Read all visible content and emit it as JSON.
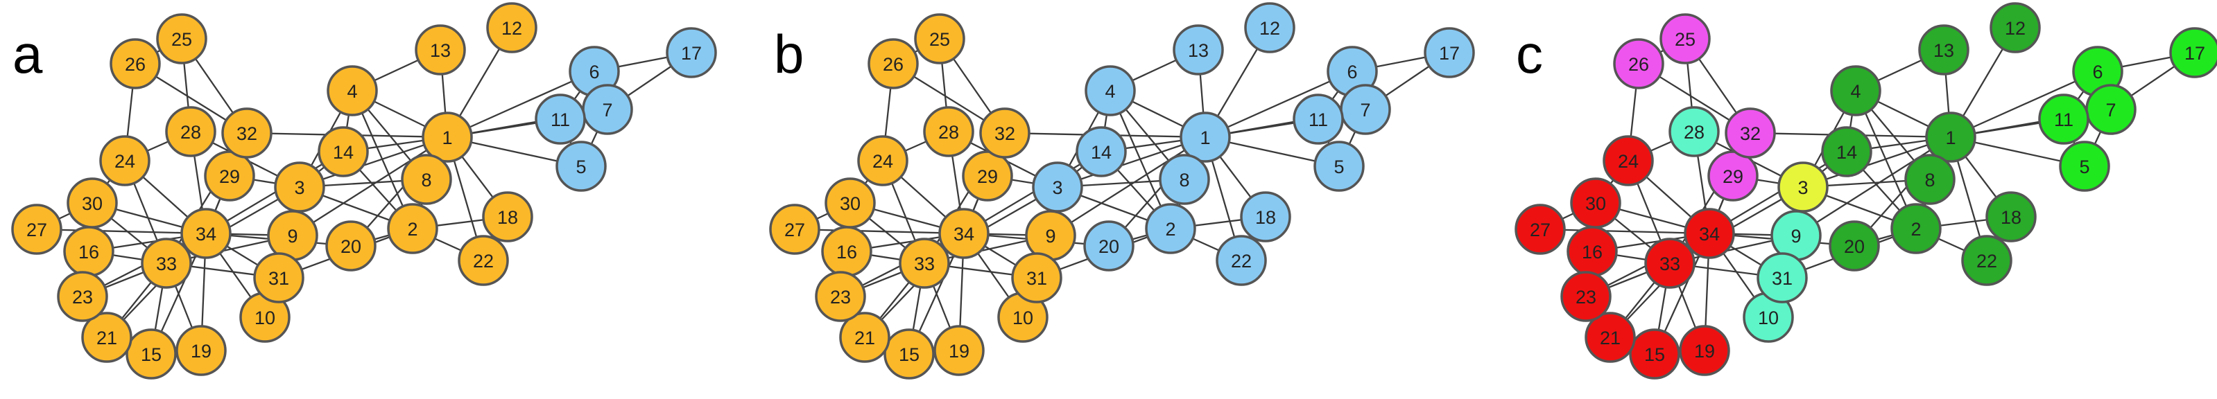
{
  "figure": {
    "panels": [
      {
        "letter": "a",
        "node_colors": {
          "default": "#FBB829",
          "1": "#FBB829",
          "2": "#FBB829",
          "3": "#FBB829",
          "4": "#FBB829",
          "5": "#88C9F2",
          "6": "#88C9F2",
          "7": "#88C9F2",
          "8": "#FBB829",
          "9": "#FBB829",
          "10": "#FBB829",
          "11": "#88C9F2",
          "12": "#FBB829",
          "13": "#FBB829",
          "14": "#FBB829",
          "15": "#FBB829",
          "16": "#FBB829",
          "17": "#88C9F2",
          "18": "#FBB829",
          "19": "#FBB829",
          "20": "#FBB829",
          "21": "#FBB829",
          "22": "#FBB829",
          "23": "#FBB829",
          "24": "#FBB829",
          "25": "#FBB829",
          "26": "#FBB829",
          "27": "#FBB829",
          "28": "#FBB829",
          "29": "#FBB829",
          "30": "#FBB829",
          "31": "#FBB829",
          "32": "#FBB829",
          "33": "#FBB829",
          "34": "#FBB829"
        }
      },
      {
        "letter": "b",
        "node_colors": {
          "1": "#88C9F2",
          "2": "#88C9F2",
          "3": "#88C9F2",
          "4": "#88C9F2",
          "5": "#88C9F2",
          "6": "#88C9F2",
          "7": "#88C9F2",
          "8": "#88C9F2",
          "9": "#FBB829",
          "10": "#FBB829",
          "11": "#88C9F2",
          "12": "#88C9F2",
          "13": "#88C9F2",
          "14": "#88C9F2",
          "15": "#FBB829",
          "16": "#FBB829",
          "17": "#88C9F2",
          "18": "#88C9F2",
          "19": "#FBB829",
          "20": "#88C9F2",
          "21": "#FBB829",
          "22": "#88C9F2",
          "23": "#FBB829",
          "24": "#FBB829",
          "25": "#FBB829",
          "26": "#FBB829",
          "27": "#FBB829",
          "28": "#FBB829",
          "29": "#FBB829",
          "30": "#FBB829",
          "31": "#FBB829",
          "32": "#FBB829",
          "33": "#FBB829",
          "34": "#FBB829"
        }
      },
      {
        "letter": "c",
        "node_colors": {
          "1": "#2AAB2A",
          "2": "#2AAB2A",
          "3": "#E6F53A",
          "4": "#2AAB2A",
          "5": "#1FE81F",
          "6": "#1FE81F",
          "7": "#1FE81F",
          "8": "#2AAB2A",
          "9": "#5EF5C8",
          "10": "#5EF5C8",
          "11": "#1FE81F",
          "12": "#2AAB2A",
          "13": "#2AAB2A",
          "14": "#2AAB2A",
          "15": "#EE1111",
          "16": "#EE1111",
          "17": "#1FE81F",
          "18": "#2AAB2A",
          "19": "#EE1111",
          "20": "#2AAB2A",
          "21": "#EE1111",
          "22": "#2AAB2A",
          "23": "#EE1111",
          "24": "#EE1111",
          "25": "#EE55EE",
          "26": "#EE55EE",
          "27": "#EE1111",
          "28": "#5EF5C8",
          "29": "#EE55EE",
          "30": "#EE1111",
          "31": "#5EF5C8",
          "32": "#EE55EE",
          "33": "#EE1111",
          "34": "#EE1111"
        }
      }
    ],
    "nodes": [
      "1",
      "2",
      "3",
      "4",
      "5",
      "6",
      "7",
      "8",
      "9",
      "10",
      "11",
      "12",
      "13",
      "14",
      "15",
      "16",
      "17",
      "18",
      "19",
      "20",
      "21",
      "22",
      "23",
      "24",
      "25",
      "26",
      "27",
      "28",
      "29",
      "30",
      "31",
      "32",
      "33",
      "34"
    ],
    "edges": [
      [
        "1",
        "2"
      ],
      [
        "1",
        "3"
      ],
      [
        "1",
        "4"
      ],
      [
        "1",
        "5"
      ],
      [
        "1",
        "6"
      ],
      [
        "1",
        "7"
      ],
      [
        "1",
        "8"
      ],
      [
        "1",
        "9"
      ],
      [
        "1",
        "11"
      ],
      [
        "1",
        "12"
      ],
      [
        "1",
        "13"
      ],
      [
        "1",
        "14"
      ],
      [
        "1",
        "18"
      ],
      [
        "1",
        "20"
      ],
      [
        "1",
        "22"
      ],
      [
        "1",
        "32"
      ],
      [
        "2",
        "3"
      ],
      [
        "2",
        "4"
      ],
      [
        "2",
        "8"
      ],
      [
        "2",
        "14"
      ],
      [
        "2",
        "18"
      ],
      [
        "2",
        "20"
      ],
      [
        "2",
        "22"
      ],
      [
        "2",
        "31"
      ],
      [
        "3",
        "4"
      ],
      [
        "3",
        "8"
      ],
      [
        "3",
        "9"
      ],
      [
        "3",
        "10"
      ],
      [
        "3",
        "14"
      ],
      [
        "3",
        "28"
      ],
      [
        "3",
        "29"
      ],
      [
        "3",
        "33"
      ],
      [
        "4",
        "8"
      ],
      [
        "4",
        "13"
      ],
      [
        "4",
        "14"
      ],
      [
        "5",
        "7"
      ],
      [
        "5",
        "11"
      ],
      [
        "6",
        "7"
      ],
      [
        "6",
        "11"
      ],
      [
        "6",
        "17"
      ],
      [
        "7",
        "17"
      ],
      [
        "9",
        "31"
      ],
      [
        "9",
        "33"
      ],
      [
        "9",
        "34"
      ],
      [
        "10",
        "34"
      ],
      [
        "14",
        "34"
      ],
      [
        "15",
        "33"
      ],
      [
        "15",
        "34"
      ],
      [
        "16",
        "33"
      ],
      [
        "16",
        "34"
      ],
      [
        "19",
        "33"
      ],
      [
        "19",
        "34"
      ],
      [
        "20",
        "34"
      ],
      [
        "21",
        "33"
      ],
      [
        "21",
        "34"
      ],
      [
        "23",
        "33"
      ],
      [
        "23",
        "34"
      ],
      [
        "24",
        "26"
      ],
      [
        "24",
        "28"
      ],
      [
        "24",
        "30"
      ],
      [
        "24",
        "33"
      ],
      [
        "24",
        "34"
      ],
      [
        "25",
        "26"
      ],
      [
        "25",
        "28"
      ],
      [
        "25",
        "32"
      ],
      [
        "26",
        "32"
      ],
      [
        "27",
        "30"
      ],
      [
        "27",
        "34"
      ],
      [
        "28",
        "34"
      ],
      [
        "29",
        "32"
      ],
      [
        "29",
        "34"
      ],
      [
        "30",
        "33"
      ],
      [
        "30",
        "34"
      ],
      [
        "31",
        "33"
      ],
      [
        "31",
        "34"
      ],
      [
        "32",
        "33"
      ],
      [
        "32",
        "34"
      ],
      [
        "33",
        "34"
      ]
    ]
  }
}
